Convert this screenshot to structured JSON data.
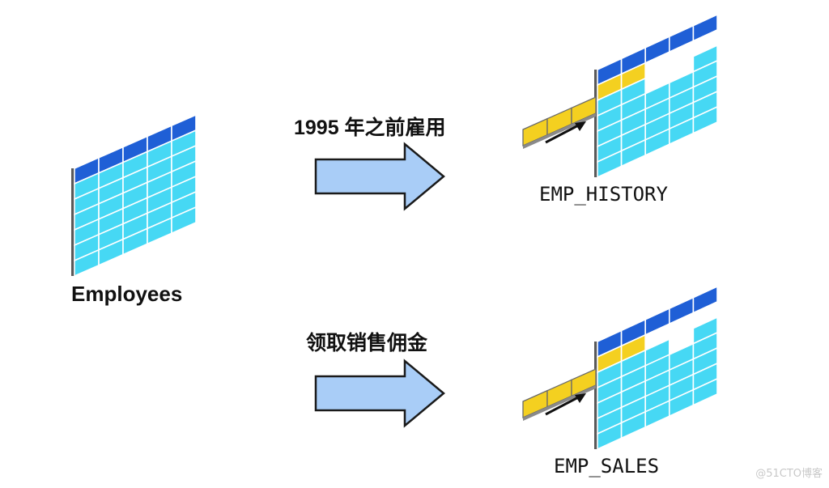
{
  "source_table": {
    "label": "Employees"
  },
  "flows": [
    {
      "condition_label": "1995 年之前雇用",
      "target_label": "EMP_HISTORY"
    },
    {
      "condition_label": "领取销售佣金",
      "target_label": "EMP_SALES"
    }
  ],
  "watermark": "@51CTO博客",
  "colors": {
    "header_blue": "#1f5fd6",
    "cell_cyan": "#46d8f4",
    "highlight_yellow": "#f4d020",
    "grid_line": "#ffffff",
    "table_edge": "#5a5a5a",
    "arrow_fill": "#a9cdf7",
    "arrow_stroke": "#1a1a1a"
  }
}
